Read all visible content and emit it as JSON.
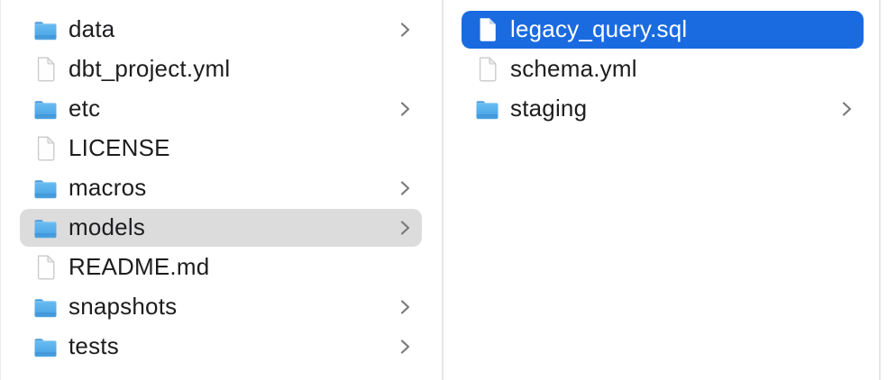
{
  "app": "finder-column-browser",
  "colors": {
    "background": "#ffffff",
    "selection_primary": "#1a6be0",
    "selection_secondary": "#dcdcdd",
    "divider": "#e5e5e5",
    "text": "#1d1d1f",
    "text_selected": "#ffffff",
    "folder_blue": "#55acea",
    "chevron": "#7a7a7a"
  },
  "columns": [
    {
      "name": "parent-folder",
      "items": [
        {
          "label": "data",
          "type": "folder",
          "icon": "folder-icon",
          "chevron": true,
          "selected": "none"
        },
        {
          "label": "dbt_project.yml",
          "type": "file",
          "icon": "document-icon",
          "chevron": false,
          "selected": "none"
        },
        {
          "label": "etc",
          "type": "folder",
          "icon": "folder-icon",
          "chevron": true,
          "selected": "none"
        },
        {
          "label": "LICENSE",
          "type": "file",
          "icon": "document-icon",
          "chevron": false,
          "selected": "none"
        },
        {
          "label": "macros",
          "type": "folder",
          "icon": "folder-icon",
          "chevron": true,
          "selected": "none"
        },
        {
          "label": "models",
          "type": "folder",
          "icon": "folder-icon",
          "chevron": true,
          "selected": "secondary"
        },
        {
          "label": "README.md",
          "type": "file",
          "icon": "document-icon",
          "chevron": false,
          "selected": "none"
        },
        {
          "label": "snapshots",
          "type": "folder",
          "icon": "folder-icon",
          "chevron": true,
          "selected": "none"
        },
        {
          "label": "tests",
          "type": "folder",
          "icon": "folder-icon",
          "chevron": true,
          "selected": "none"
        }
      ]
    },
    {
      "name": "models-folder",
      "items": [
        {
          "label": "legacy_query.sql",
          "type": "file",
          "icon": "document-icon",
          "chevron": false,
          "selected": "primary"
        },
        {
          "label": "schema.yml",
          "type": "file",
          "icon": "document-icon",
          "chevron": false,
          "selected": "none"
        },
        {
          "label": "staging",
          "type": "folder",
          "icon": "folder-icon",
          "chevron": true,
          "selected": "none"
        }
      ]
    }
  ]
}
